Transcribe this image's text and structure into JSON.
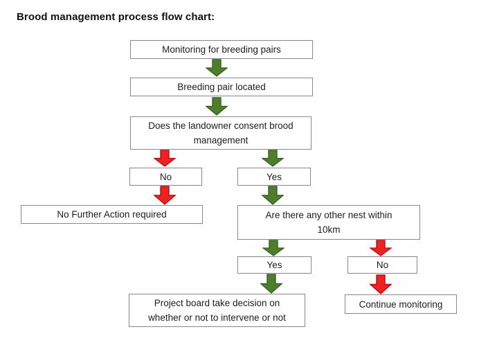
{
  "title": "Brood management process flow chart:",
  "colors": {
    "green_arrow": "#4e7e2d",
    "green_arrow_border": "#3a611f",
    "red_arrow": "#ee2222",
    "red_arrow_border": "#b50f0f",
    "box_border": "#8a8a8a",
    "box_fill": "#ffffff",
    "text": "#1c1c1c"
  },
  "flowchart": {
    "nodes": [
      {
        "id": "monitoring",
        "label": "Monitoring for breeding pairs"
      },
      {
        "id": "pair-located",
        "label": "Breeding pair located"
      },
      {
        "id": "landowner-consent",
        "label": "Does the landowner consent brood\nmanagement"
      },
      {
        "id": "consent-no",
        "label": "No"
      },
      {
        "id": "consent-yes",
        "label": "Yes"
      },
      {
        "id": "no-further-action",
        "label": "No Further Action required"
      },
      {
        "id": "other-nests",
        "label": "Are there any other nest within\n10km"
      },
      {
        "id": "nests-yes",
        "label": "Yes"
      },
      {
        "id": "nests-no",
        "label": "No"
      },
      {
        "id": "project-board",
        "label": "Project board take decision on\nwhether or not to intervene or not"
      },
      {
        "id": "continue-monitoring",
        "label": "Continue monitoring"
      }
    ],
    "edges": [
      {
        "from": "monitoring",
        "to": "pair-located",
        "color": "green"
      },
      {
        "from": "pair-located",
        "to": "landowner-consent",
        "color": "green"
      },
      {
        "from": "landowner-consent",
        "to": "consent-no",
        "color": "red"
      },
      {
        "from": "landowner-consent",
        "to": "consent-yes",
        "color": "green"
      },
      {
        "from": "consent-no",
        "to": "no-further-action",
        "color": "red"
      },
      {
        "from": "consent-yes",
        "to": "other-nests",
        "color": "green"
      },
      {
        "from": "other-nests",
        "to": "nests-yes",
        "color": "green"
      },
      {
        "from": "other-nests",
        "to": "nests-no",
        "color": "red"
      },
      {
        "from": "nests-yes",
        "to": "project-board",
        "color": "green"
      },
      {
        "from": "nests-no",
        "to": "continue-monitoring",
        "color": "red"
      }
    ]
  }
}
